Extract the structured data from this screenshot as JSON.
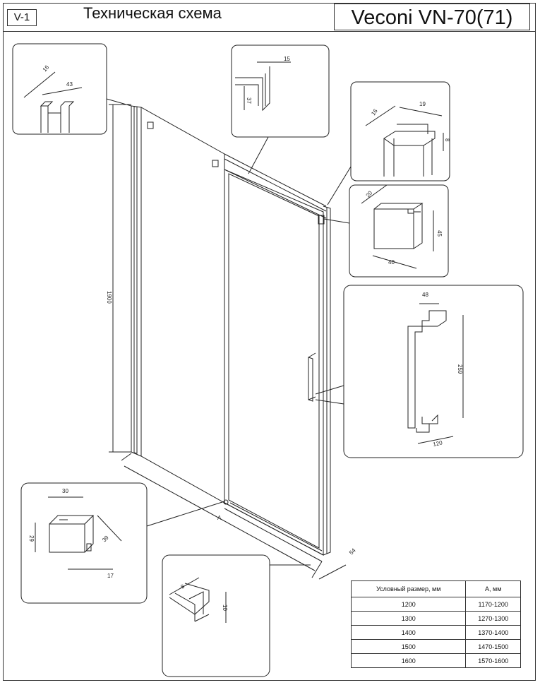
{
  "header": {
    "code": "V-1",
    "title": "Техническая схема",
    "model": "Veconi VN-70(71)"
  },
  "dimensions": {
    "height": "1900",
    "width_label": "A",
    "depth": "54",
    "top_profile_thickness": "16",
    "top_profile_width": "43",
    "rail_width": "15",
    "rail_height": "37",
    "hinge_depth": "16",
    "hinge_width": "19",
    "hinge_small": "8",
    "block_depth": "20",
    "block_width": "40",
    "block_height": "45",
    "handle_width": "48",
    "handle_height": "259",
    "handle_base": "120",
    "bracket_width": "30",
    "bracket_height": "29",
    "bracket_depth": "39",
    "bracket_offset": "17",
    "bottom_profile_thickness": "8",
    "bottom_profile_height": "10"
  },
  "size_table": {
    "headers": [
      "Условный размер, мм",
      "А, мм"
    ],
    "rows": [
      [
        "1200",
        "1170-1200"
      ],
      [
        "1300",
        "1270-1300"
      ],
      [
        "1400",
        "1370-1400"
      ],
      [
        "1500",
        "1470-1500"
      ],
      [
        "1600",
        "1570-1600"
      ]
    ]
  }
}
